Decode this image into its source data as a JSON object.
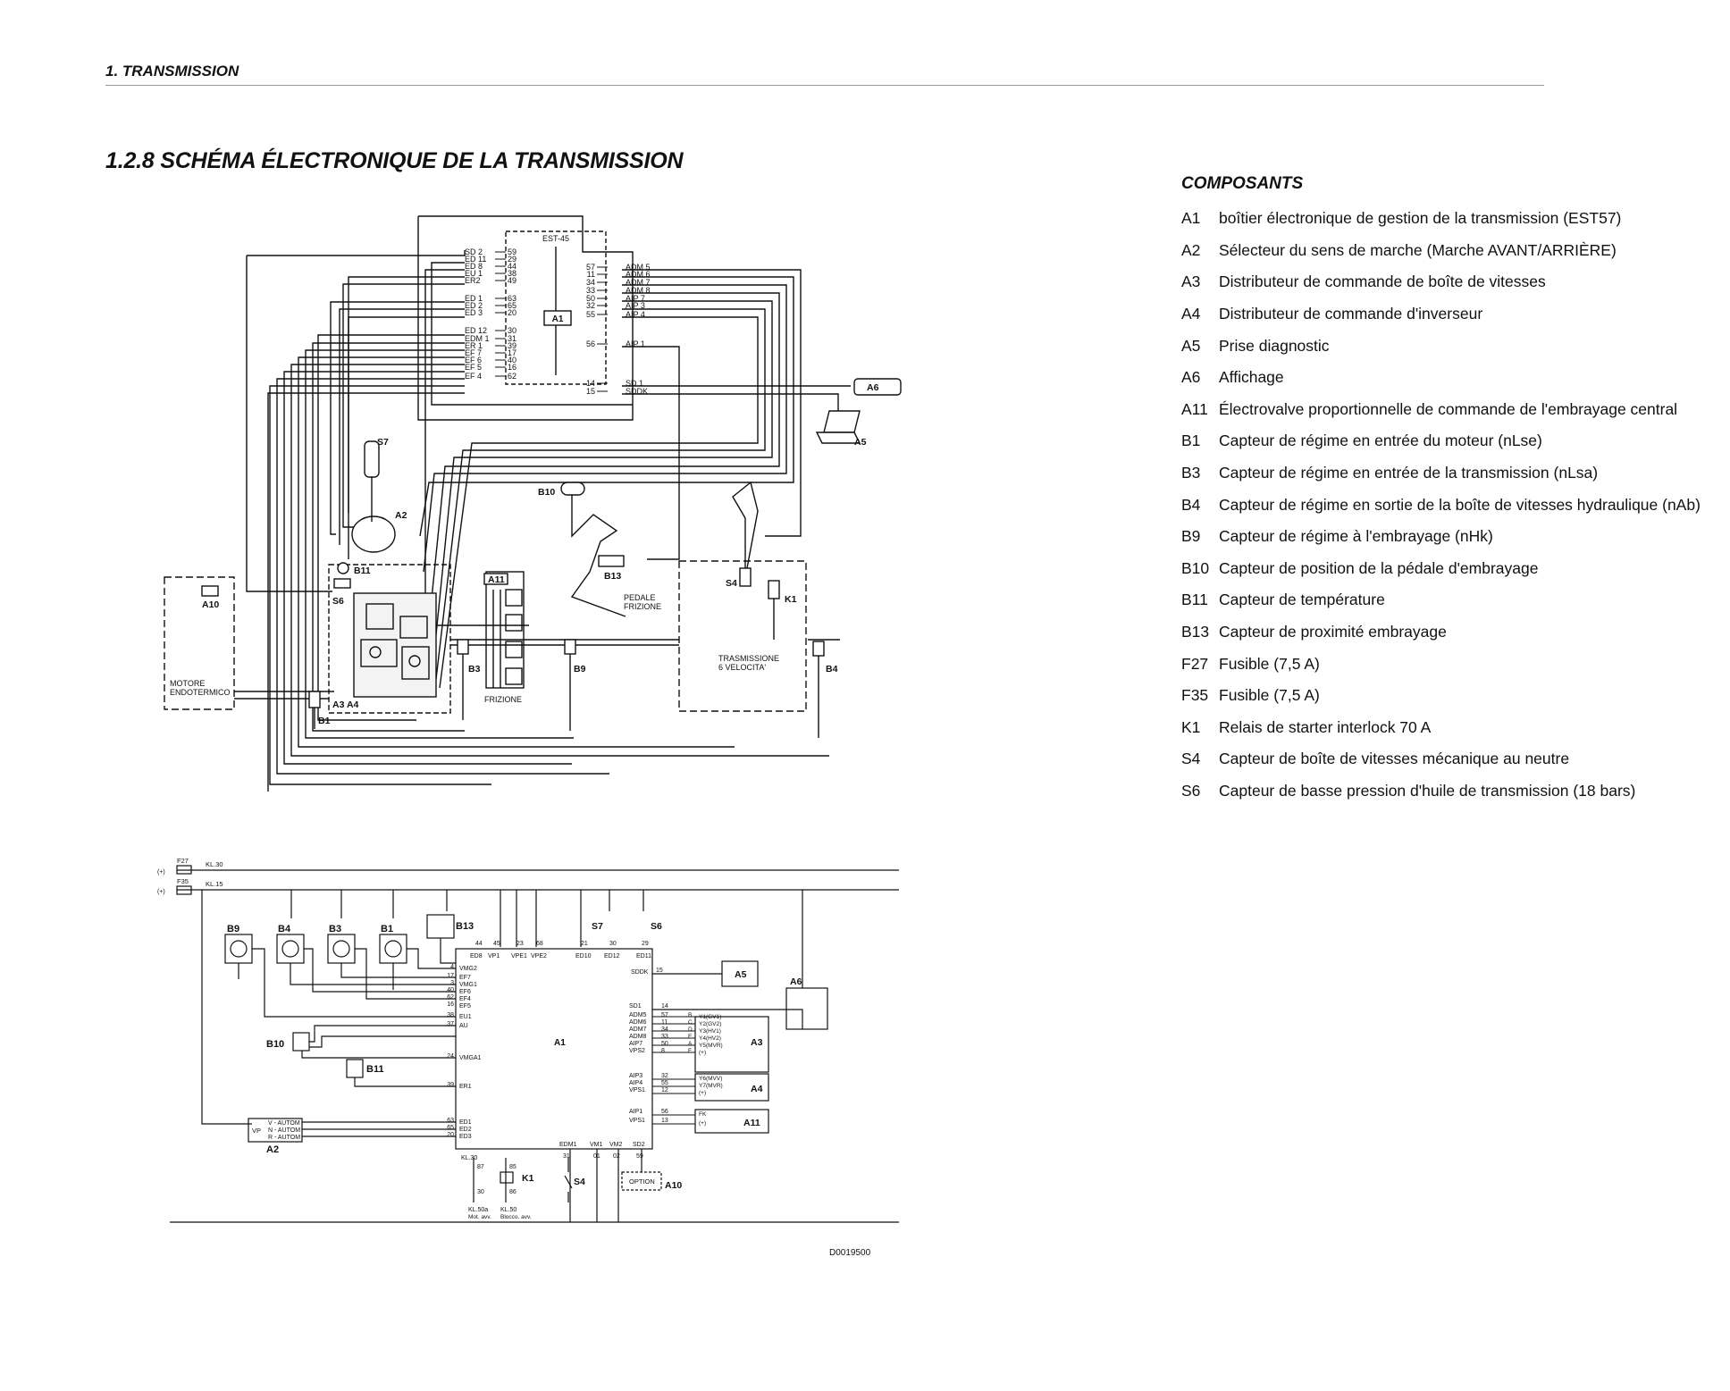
{
  "header": {
    "section": "1. TRANSMISSION"
  },
  "page": {
    "title": "1.2.8 SCHÉMA ÉLECTRONIQUE DE LA TRANSMISSION"
  },
  "components": {
    "heading": "COMPOSANTS",
    "items": [
      {
        "code": "A1",
        "desc": "boîtier électronique de gestion de la transmission (EST57)"
      },
      {
        "code": "A2",
        "desc": "Sélecteur du sens de marche (Marche AVANT/ARRIÈRE)"
      },
      {
        "code": "A3",
        "desc": "Distributeur de commande de boîte de vitesses"
      },
      {
        "code": "A4",
        "desc": "Distributeur de commande d'inverseur"
      },
      {
        "code": "A5",
        "desc": "Prise diagnostic"
      },
      {
        "code": "A6",
        "desc": "Affichage"
      },
      {
        "code": "A11",
        "desc": "Électrovalve proportionnelle de commande de l'embrayage central"
      },
      {
        "code": "B1",
        "desc": "Capteur de régime en entrée du moteur (nLse)"
      },
      {
        "code": "B3",
        "desc": "Capteur de régime en entrée de la transmission (nLsa)"
      },
      {
        "code": "B4",
        "desc": "Capteur de régime en sortie de la boîte de vitesses hydraulique (nAb)"
      },
      {
        "code": "B9",
        "desc": "Capteur de régime à l'embrayage (nHk)"
      },
      {
        "code": "B10",
        "desc": "Capteur de position de la pédale d'embrayage"
      },
      {
        "code": "B11",
        "desc": "Capteur de température"
      },
      {
        "code": "B13",
        "desc": "Capteur de proximité embrayage"
      },
      {
        "code": "F27",
        "desc": "Fusible (7,5 A)"
      },
      {
        "code": "F35",
        "desc": "Fusible (7,5 A)"
      },
      {
        "code": "K1",
        "desc": "Relais de starter interlock 70 A"
      },
      {
        "code": "S4",
        "desc": "Capteur de boîte de vitesses mécanique au neutre"
      },
      {
        "code": "S6",
        "desc": "Capteur de basse pression d'huile de transmission (18 bars)"
      }
    ]
  },
  "diagram_top": {
    "ecu_title": "EST-45",
    "ecu_label": "A1",
    "left_pins": [
      {
        "sig": "SD 2",
        "pin": "59"
      },
      {
        "sig": "ED 11",
        "pin": "29"
      },
      {
        "sig": "ED 8",
        "pin": "44"
      },
      {
        "sig": "EU 1",
        "pin": "38"
      },
      {
        "sig": "ER2",
        "pin": "49"
      },
      {
        "sig": "ED 1",
        "pin": "63"
      },
      {
        "sig": "ED 2",
        "pin": "65"
      },
      {
        "sig": "ED 3",
        "pin": "20"
      },
      {
        "sig": "ED 12",
        "pin": "30"
      },
      {
        "sig": "EDM 1",
        "pin": "31"
      },
      {
        "sig": "ER 1",
        "pin": "39"
      },
      {
        "sig": "EF 7",
        "pin": "17"
      },
      {
        "sig": "EF 6",
        "pin": "40"
      },
      {
        "sig": "EF 5",
        "pin": "16"
      },
      {
        "sig": "EF 4",
        "pin": "62"
      }
    ],
    "right_pins": [
      {
        "sig": "ADM 5",
        "pin": "57"
      },
      {
        "sig": "ADM 6",
        "pin": "11"
      },
      {
        "sig": "ADM 7",
        "pin": "34"
      },
      {
        "sig": "ADM 8",
        "pin": "33"
      },
      {
        "sig": "AIP 7",
        "pin": "50"
      },
      {
        "sig": "AIP 3",
        "pin": "32"
      },
      {
        "sig": "AIP 4",
        "pin": "55"
      },
      {
        "sig": "AIP 1",
        "pin": "56"
      },
      {
        "sig": "SD 1",
        "pin": "14"
      },
      {
        "sig": "SDDK",
        "pin": "15"
      }
    ],
    "labels": {
      "a6": "A6",
      "a5": "A5",
      "s7": "S7",
      "a2": "A2",
      "b10": "B10",
      "b13": "B13",
      "b11": "B11",
      "s6": "S6",
      "a10": "A10",
      "a11": "A11",
      "s4": "S4",
      "k1": "K1",
      "b3": "B3",
      "b9": "B9",
      "b4": "B4",
      "b1": "B1",
      "a3a4": "A3  A4",
      "pedale1": "PEDALE",
      "pedale2": "FRIZIONE",
      "motore1": "MOTORE",
      "motore2": "ENDOTERMICO",
      "frizione": "FRIZIONE",
      "trasm1": "TRASMISSIONE",
      "trasm2": "6 VELOCITA'"
    }
  },
  "diagram_bottom": {
    "f27": "F27",
    "kl30": "KL.30",
    "f35": "F35",
    "kl15": "KL.15",
    "plus": "(+)",
    "a1": "A1",
    "a2": "A2",
    "a5": "A5",
    "a6": "A6",
    "a3": "A3",
    "a4": "A4",
    "a11": "A11",
    "a10": "A10",
    "option": "OPTION",
    "k1": "K1",
    "s4": "S4",
    "s6": "S6",
    "s7": "S7",
    "b9": "B9",
    "b4": "B4",
    "b3": "B3",
    "b1": "B1",
    "b13": "B13",
    "b10": "B10",
    "b11": "B11",
    "a2_rows": [
      "V - AUTOM",
      "N - AUTOM",
      "R - AUTOM"
    ],
    "a2_vp": "VP",
    "top_pins": [
      {
        "num": "44",
        "sig": "ED8"
      },
      {
        "num": "45",
        "sig": "VP1"
      },
      {
        "num": "23",
        "sig": "VPE1"
      },
      {
        "num": "68",
        "sig": "VPE2"
      },
      {
        "num": "21",
        "sig": "ED10"
      },
      {
        "num": "30",
        "sig": "ED12"
      },
      {
        "num": "29",
        "sig": "ED11"
      }
    ],
    "left_pins": [
      {
        "num": "4",
        "sig": "VMG2"
      },
      {
        "num": "17",
        "sig": "EF7"
      },
      {
        "num": "3",
        "sig": "VMG1"
      },
      {
        "num": "40",
        "sig": "EF6"
      },
      {
        "num": "62",
        "sig": "EF4"
      },
      {
        "num": "16",
        "sig": "EF5"
      },
      {
        "num": "38",
        "sig": "EU1"
      },
      {
        "num": "37",
        "sig": "AU"
      },
      {
        "num": "24",
        "sig": "VMGA1"
      },
      {
        "num": "39",
        "sig": "ER1"
      },
      {
        "num": "63",
        "sig": "ED1"
      },
      {
        "num": "65",
        "sig": "ED2"
      },
      {
        "num": "20",
        "sig": "ED3"
      }
    ],
    "right_pins_a3": [
      {
        "num": "14",
        "sig": "SD1"
      },
      {
        "num": "57",
        "sig": "ADM5"
      },
      {
        "num": "11",
        "sig": "ADM6"
      },
      {
        "num": "34",
        "sig": "ADM7"
      },
      {
        "num": "33",
        "sig": "ADM8"
      },
      {
        "num": "50",
        "sig": "AIP7"
      },
      {
        "num": "8",
        "sig": "VPS2"
      }
    ],
    "a3_coils": [
      "Y1(GV1)",
      "Y2(GV2)",
      "Y3(HV1)",
      "Y4(HV2)",
      "Y5(MVR)",
      "(+)"
    ],
    "a3_letters": [
      "B",
      "C",
      "D",
      "E",
      "A",
      "F"
    ],
    "right_pins_a4": [
      {
        "num": "32",
        "sig": "AIP3"
      },
      {
        "num": "55",
        "sig": "AIP4"
      },
      {
        "num": "12",
        "sig": "VPS1"
      }
    ],
    "a4_coils": [
      "Y6(MVV)",
      "Y7(MVR)",
      "(+)"
    ],
    "right_pins_a11": [
      {
        "num": "56",
        "sig": "AIP1"
      },
      {
        "num": "13",
        "sig": "VPS1"
      }
    ],
    "a11_coils": [
      "FK",
      "(+)"
    ],
    "sddk": {
      "num": "15",
      "sig": "SDDK"
    },
    "bottom_pins": [
      {
        "num": "31",
        "sig": "EDM1"
      },
      {
        "num": "01",
        "sig": "VM1"
      },
      {
        "num": "02",
        "sig": "VM2"
      },
      {
        "num": "59",
        "sig": "SD2"
      }
    ],
    "k1_pins": [
      "87",
      "85",
      "30",
      "86"
    ],
    "kl30b": "KL.30",
    "kl50a": "KL.50a",
    "kl50a_sub": "Mot. avv.",
    "kl50": "KL.50",
    "kl50_sub": "Blocco. avv."
  },
  "doc_code": "D0019500"
}
